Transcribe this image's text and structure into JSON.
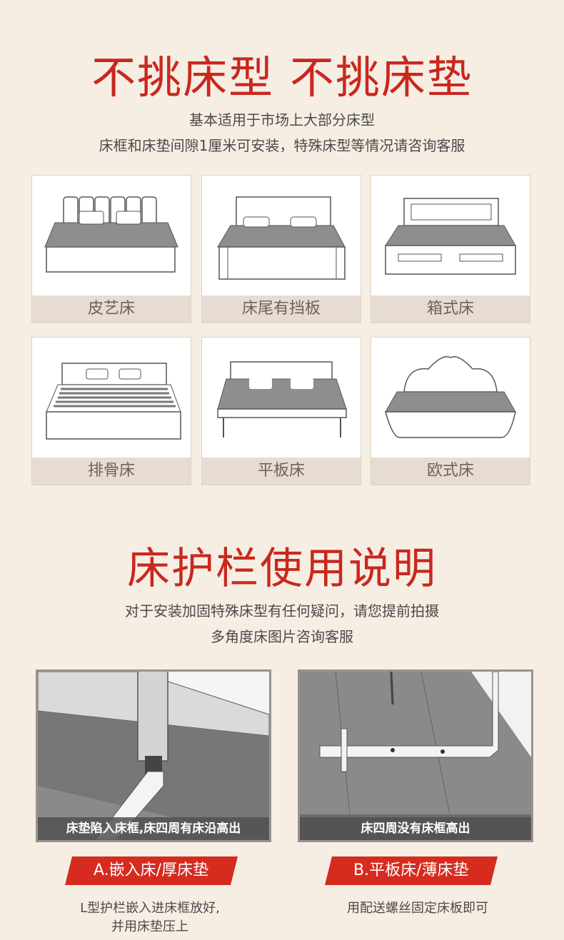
{
  "header": {
    "title": "不挑床型 不挑床垫",
    "sub1": "基本适用于市场上大部分床型",
    "sub2": "床框和床垫间隙1厘米可安装，特殊床型等情况请咨询客服"
  },
  "beds": [
    {
      "label": "皮艺床",
      "icon": "leather-bed-icon"
    },
    {
      "label": "床尾有挡板",
      "icon": "footboard-bed-icon"
    },
    {
      "label": "箱式床",
      "icon": "box-bed-icon"
    },
    {
      "label": "排骨床",
      "icon": "slatted-bed-icon"
    },
    {
      "label": "平板床",
      "icon": "platform-bed-icon"
    },
    {
      "label": "欧式床",
      "icon": "european-bed-icon"
    }
  ],
  "guide": {
    "title": "床护栏使用说明",
    "sub1": "对于安装加固特殊床型有任何疑问，请您提前拍摄",
    "sub2": "多角度床图片咨询客服"
  },
  "methods": [
    {
      "caption": "床垫陷入床框,床四周有床沿高出",
      "tag": "A.嵌入床/厚床垫",
      "note1": "L型护栏嵌入进床框放好,",
      "note2": "并用床垫压上"
    },
    {
      "caption": "床四周没有床框高出",
      "tag": "B.平板床/薄床垫",
      "note1": "用配送螺丝固定床板即可",
      "note2": ""
    }
  ],
  "colors": {
    "accent": "#c8281e",
    "tag": "#d52c1f",
    "background": "#f6ede3"
  }
}
